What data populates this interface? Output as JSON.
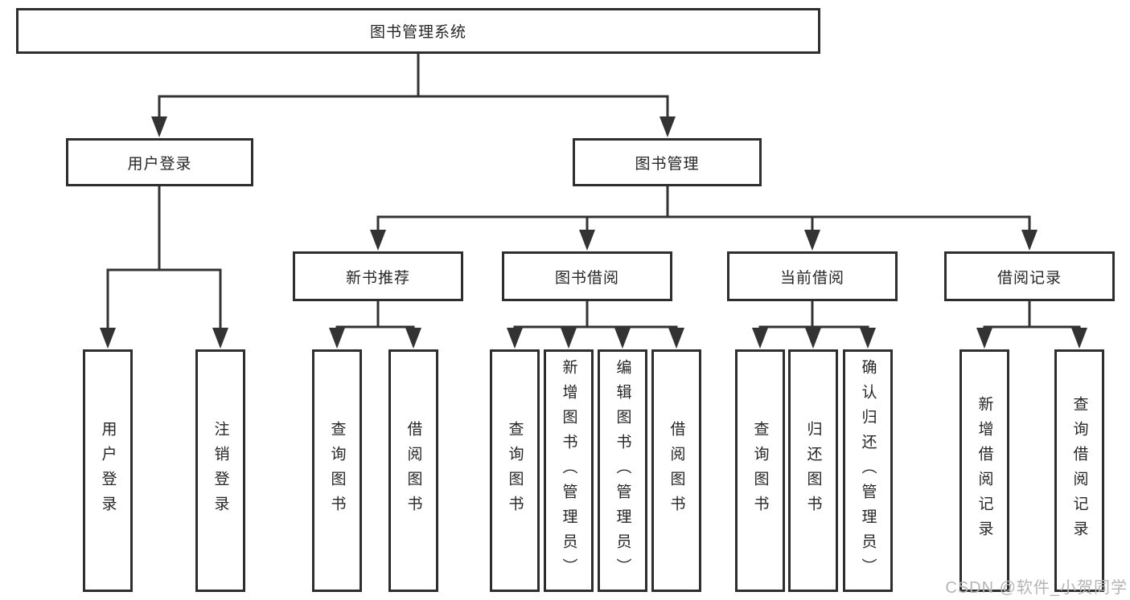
{
  "tree": {
    "label": "图书管理系统",
    "children": [
      {
        "label": "用户登录",
        "children": [
          {
            "label": "用户登录"
          },
          {
            "label": "注销登录"
          }
        ]
      },
      {
        "label": "图书管理",
        "children": [
          {
            "label": "新书推荐",
            "children": [
              {
                "label": "查询图书"
              },
              {
                "label": "借阅图书"
              }
            ]
          },
          {
            "label": "图书借阅",
            "children": [
              {
                "label": "查询图书"
              },
              {
                "label": "新增图书（管理员）"
              },
              {
                "label": "编辑图书（管理员）"
              },
              {
                "label": "借阅图书"
              }
            ]
          },
          {
            "label": "当前借阅",
            "children": [
              {
                "label": "查询图书"
              },
              {
                "label": "归还图书"
              },
              {
                "label": "确认归还（管理员）"
              }
            ]
          },
          {
            "label": "借阅记录",
            "children": [
              {
                "label": "新增借阅记录"
              },
              {
                "label": "查询借阅记录"
              }
            ]
          }
        ]
      }
    ]
  },
  "watermark": "CSDN @软件_小贺同学",
  "colors": {
    "line": "#333333",
    "box_border": "#2e2e2e",
    "box_fill": "#ffffff",
    "text": "#262626",
    "watermark": "#b5b5b5",
    "background": "#ffffff"
  }
}
